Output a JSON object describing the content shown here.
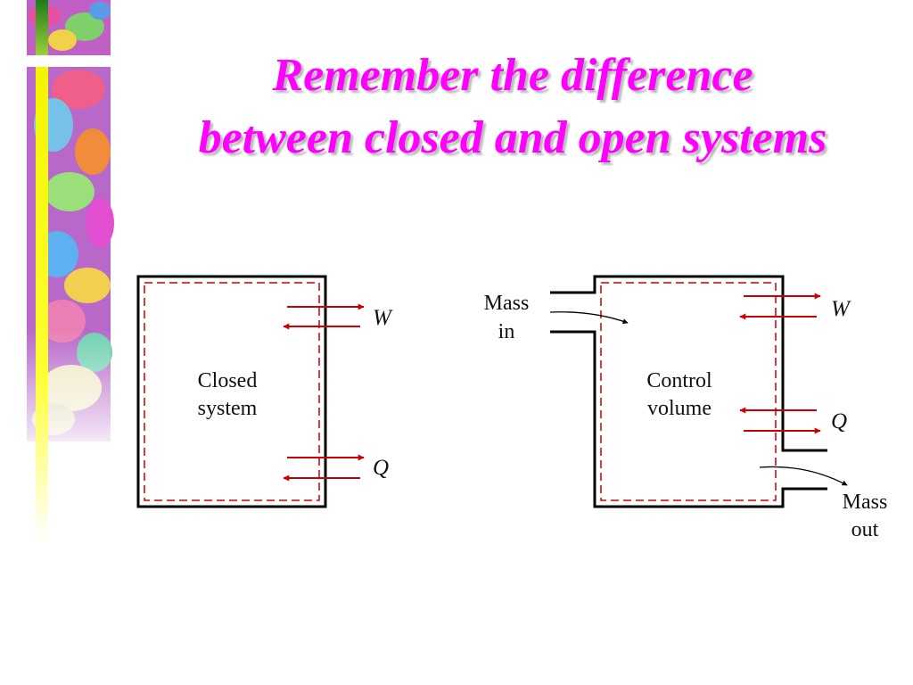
{
  "title": {
    "line1": "Remember the difference",
    "line2": "between closed and open systems"
  },
  "closed_system": {
    "label_line1": "Closed",
    "label_line2": "system",
    "work_symbol": "W",
    "heat_symbol": "Q"
  },
  "open_system": {
    "label_line1": "Control",
    "label_line2": "volume",
    "work_symbol": "W",
    "heat_symbol": "Q",
    "mass_in_line1": "Mass",
    "mass_in_line2": "in",
    "mass_out_line1": "Mass",
    "mass_out_line2": "out"
  },
  "colors": {
    "title": "#ff00ff",
    "arrows": "#cc0000",
    "boundary_dashed": "#cc0000",
    "walls": "#000000",
    "side_bar": "#ffff00"
  }
}
